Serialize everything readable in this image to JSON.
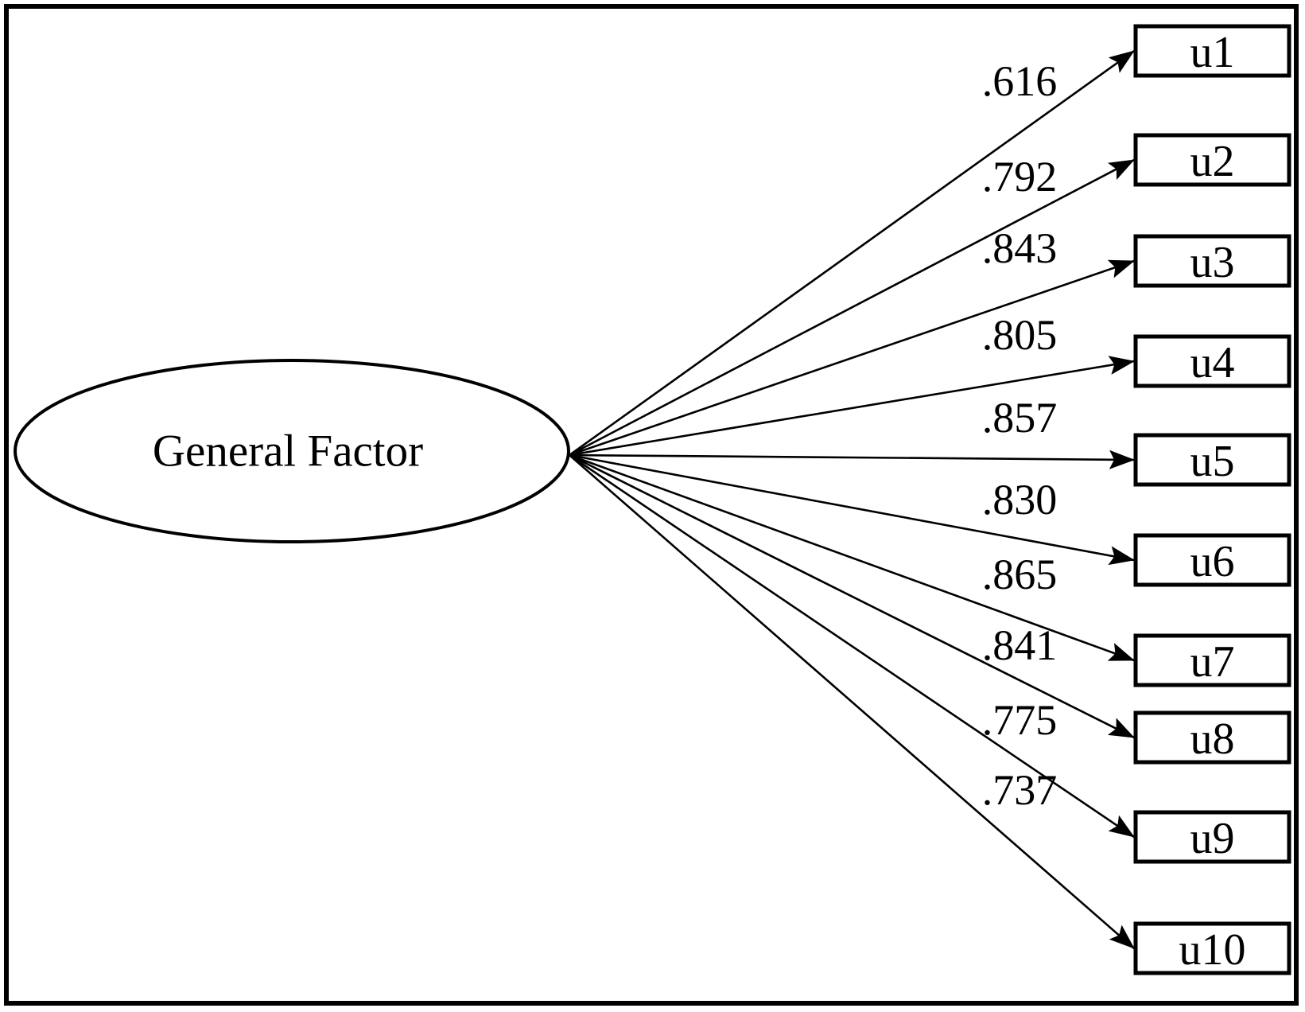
{
  "figure": {
    "type": "sem-path-diagram",
    "factor": {
      "label": "General Factor"
    },
    "indicators": [
      {
        "name": "u1",
        "loading": ".616"
      },
      {
        "name": "u2",
        "loading": ".792"
      },
      {
        "name": "u3",
        "loading": ".843"
      },
      {
        "name": "u4",
        "loading": ".805"
      },
      {
        "name": "u5",
        "loading": ".857"
      },
      {
        "name": "u6",
        "loading": ".830"
      },
      {
        "name": "u7",
        "loading": ".865"
      },
      {
        "name": "u8",
        "loading": ".841"
      },
      {
        "name": "u9",
        "loading": ".775"
      },
      {
        "name": "u10",
        "loading": ".737"
      }
    ]
  },
  "colors": {
    "line": "#000000",
    "background": "#ffffff"
  }
}
